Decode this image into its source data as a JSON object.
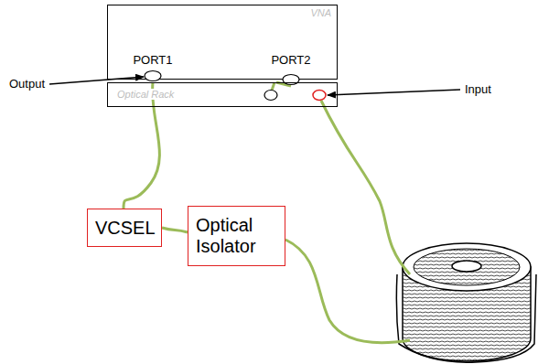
{
  "diagram": {
    "nodes": [
      {
        "text": [
          "VNA"
        ]
      },
      {
        "text": [
          "PORT1"
        ],
        "in": 0
      },
      {
        "text": [
          "PORT2"
        ],
        "in": 0
      },
      {
        "text": [
          "Optical Rack"
        ]
      },
      {
        "text": [
          "VCSEL"
        ]
      },
      {
        "text": [
          "Optical Isolator"
        ]
      }
    ],
    "edges": [
      {
        "from": 1,
        "to": 4,
        "arrow": "none"
      },
      {
        "from": 4,
        "to": 5,
        "arrow": "none"
      },
      {
        "from": 2,
        "to": 3,
        "arrow": "none"
      }
    ],
    "labels": [
      "Output",
      "Input"
    ]
  }
}
